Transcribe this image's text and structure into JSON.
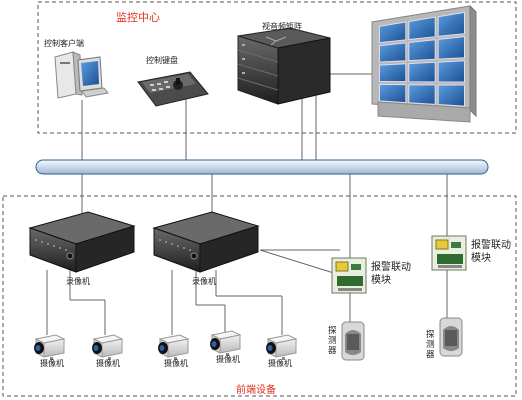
{
  "monitoring_center": {
    "title": "监控中心",
    "control_client": "控制客户端",
    "control_keyboard": "控制键盘",
    "av_matrix": "视音频矩阵"
  },
  "frontend": {
    "title": "前端设备",
    "recorder_1": "录像机",
    "recorder_2": "录像机",
    "camera_label": "摄像机",
    "alarm_module": "报警联动模块",
    "detector": "探测器"
  },
  "colors": {
    "dashed_border": "#555555",
    "red_title": "#e03020",
    "bus_fill": "#dbe7f3",
    "bus_stroke": "#2f5f8f",
    "line": "#666666"
  }
}
